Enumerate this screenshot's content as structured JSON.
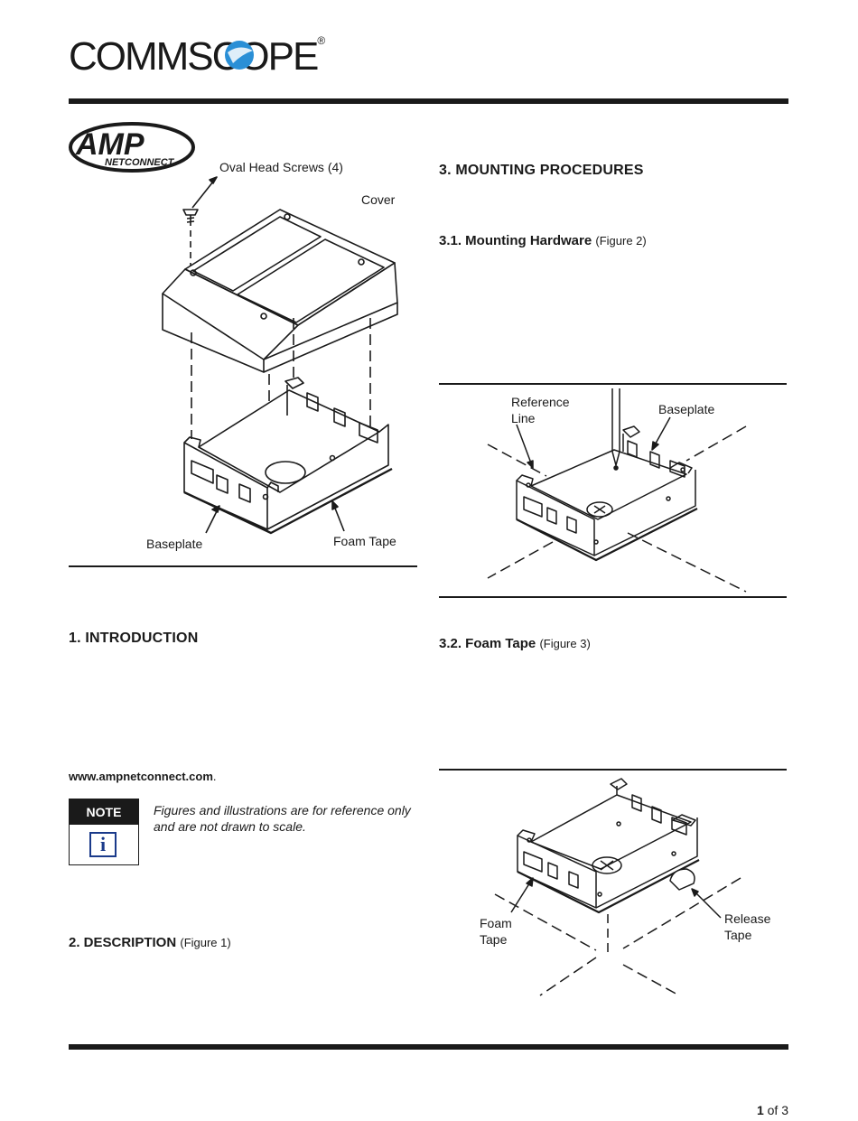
{
  "header": {
    "logo_text": "COMMSCOPE",
    "logo_mark": "®"
  },
  "amp_logo": {
    "top": "AMP",
    "bottom": "NETCONNECT"
  },
  "figure1": {
    "labels": {
      "screws": "Oval Head Screws (4)",
      "cover": "Cover",
      "baseplate": "Baseplate",
      "foam_tape": "Foam Tape"
    }
  },
  "section1": {
    "title": "1.  INTRODUCTION"
  },
  "url": "www.ampnetconnect.com",
  "url_suffix": ".",
  "note": {
    "label": "NOTE",
    "icon_glyph": "i",
    "text_line1": "Figures and illustrations are for reference only",
    "text_line2": "and are not drawn to scale."
  },
  "section2": {
    "title": "2.  DESCRIPTION",
    "ref": "(Figure 1)"
  },
  "section3": {
    "title": "3.  MOUNTING PROCEDURES"
  },
  "section31": {
    "title": "3.1. Mounting Hardware",
    "ref": "(Figure 2)"
  },
  "figure2": {
    "labels": {
      "ref_line_1": "Reference",
      "ref_line_2": "Line",
      "baseplate": "Baseplate"
    }
  },
  "section32": {
    "title": "3.2. Foam Tape",
    "ref": "(Figure 3)"
  },
  "figure3": {
    "labels": {
      "foam_1": "Foam",
      "foam_2": "Tape",
      "release_1": "Release",
      "release_2": "Tape"
    }
  },
  "footer": {
    "page_current": "1",
    "page_of": "of 3"
  },
  "colors": {
    "ink": "#1a1a1a",
    "logo_sphere": "#2a8fd6",
    "info_blue": "#1a3a8a"
  }
}
